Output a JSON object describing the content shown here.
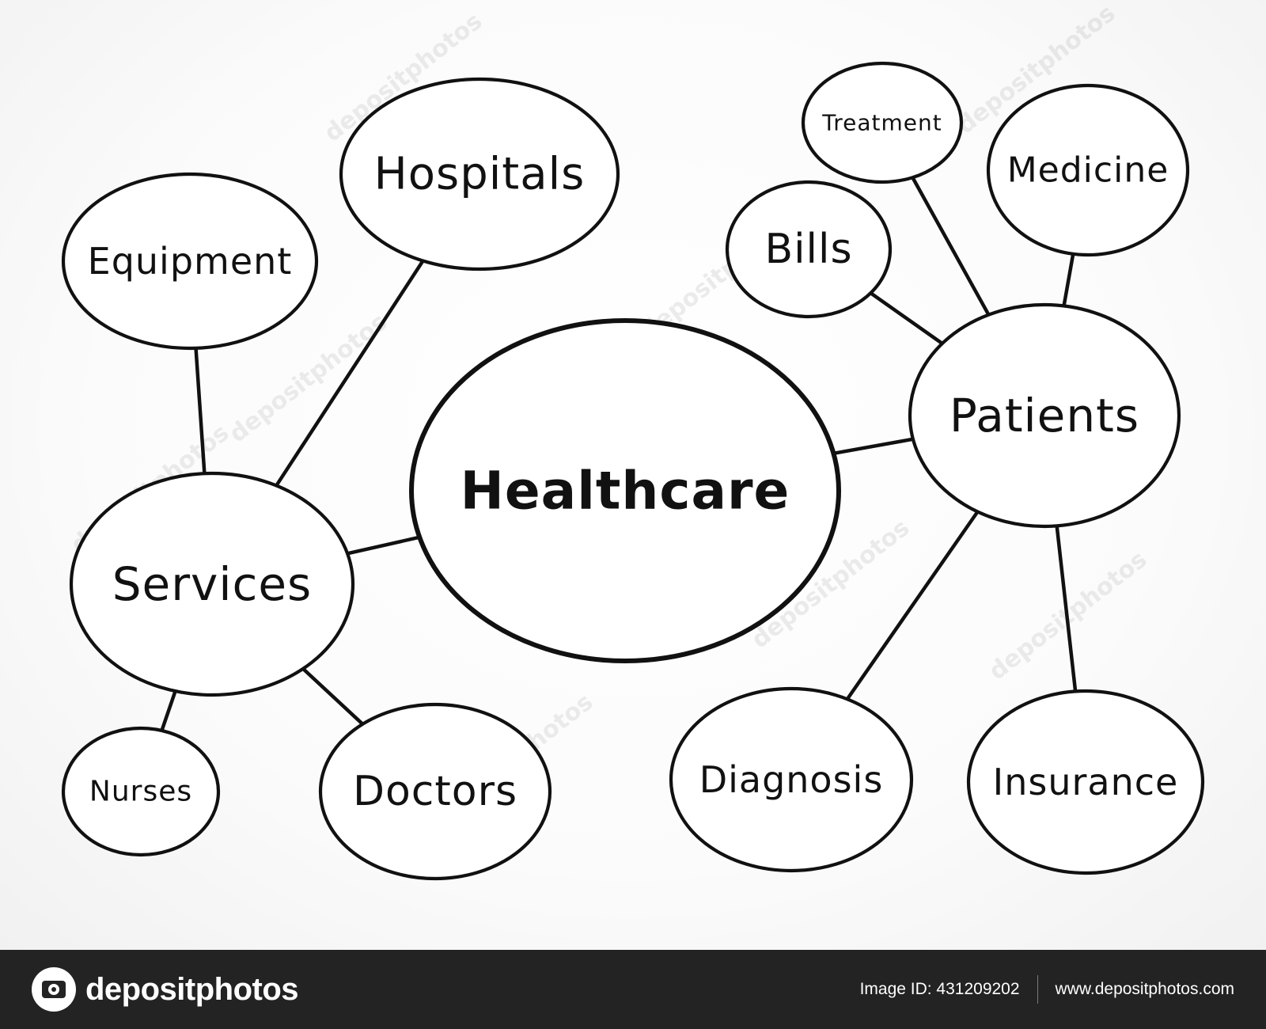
{
  "diagram": {
    "center": {
      "id": "healthcare",
      "label": "Healthcare",
      "color": "#e0221f"
    },
    "nodes": [
      {
        "id": "services",
        "label": "Services"
      },
      {
        "id": "hospitals",
        "label": "Hospitals"
      },
      {
        "id": "equipment",
        "label": "Equipment"
      },
      {
        "id": "nurses",
        "label": "Nurses"
      },
      {
        "id": "doctors",
        "label": "Doctors"
      },
      {
        "id": "patients",
        "label": "Patients"
      },
      {
        "id": "treatment",
        "label": "Treatment"
      },
      {
        "id": "medicine",
        "label": "Medicine"
      },
      {
        "id": "bills",
        "label": "Bills"
      },
      {
        "id": "diagnosis",
        "label": "Diagnosis"
      },
      {
        "id": "insurance",
        "label": "Insurance"
      }
    ],
    "edges": [
      [
        "healthcare",
        "services"
      ],
      [
        "healthcare",
        "patients"
      ],
      [
        "services",
        "hospitals"
      ],
      [
        "services",
        "equipment"
      ],
      [
        "services",
        "nurses"
      ],
      [
        "services",
        "doctors"
      ],
      [
        "patients",
        "treatment"
      ],
      [
        "patients",
        "medicine"
      ],
      [
        "patients",
        "bills"
      ],
      [
        "patients",
        "diagnosis"
      ],
      [
        "patients",
        "insurance"
      ]
    ],
    "line_color": "#111111"
  },
  "watermark": {
    "text": "depositphotos"
  },
  "footer": {
    "brand": "depositphotos",
    "image_id": "Image ID: 431209202",
    "url": "www.depositphotos.com"
  }
}
